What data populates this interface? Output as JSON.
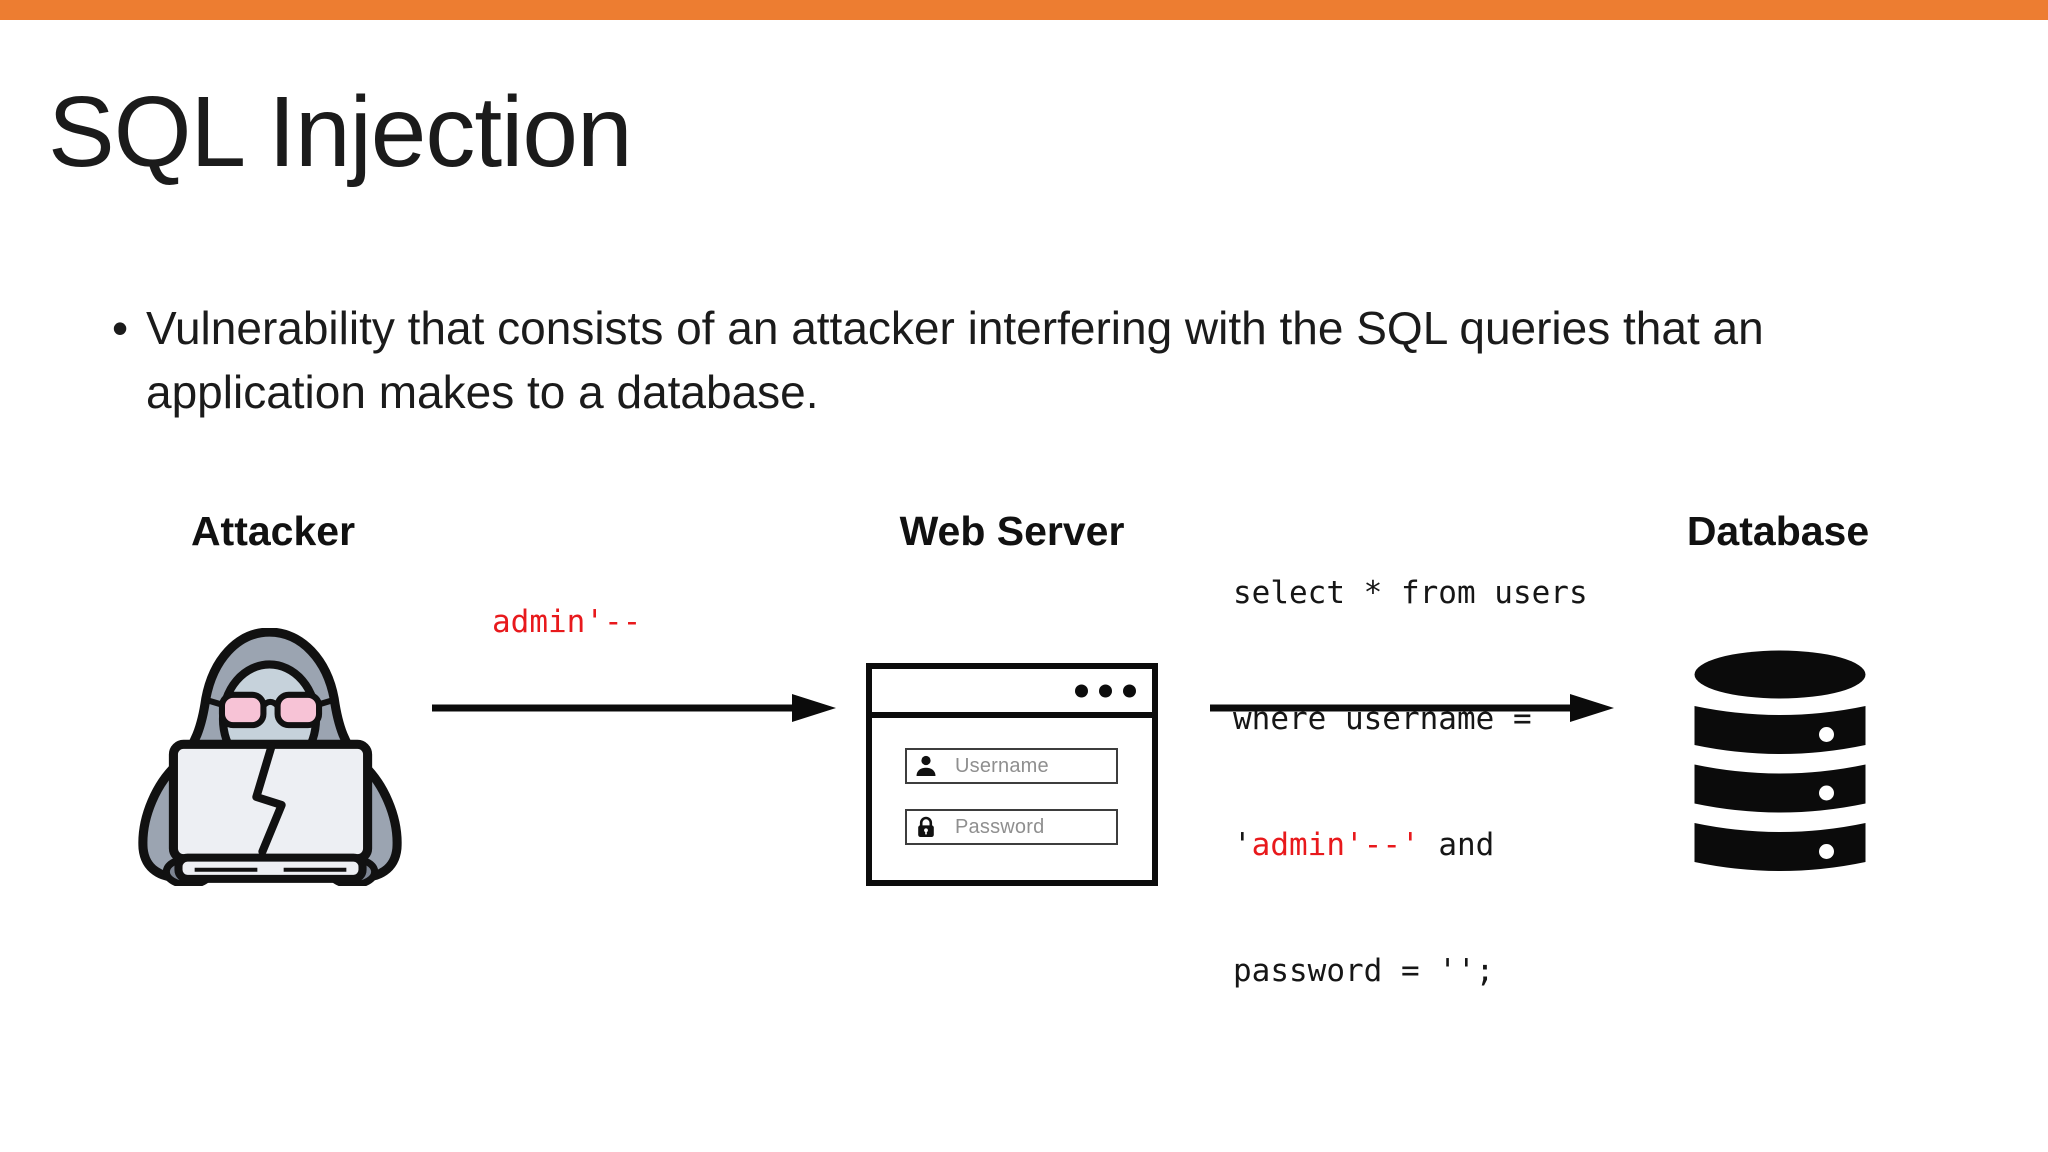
{
  "slide": {
    "title": "SQL Injection",
    "bullet_text": "Vulnerability that consists of an attacker interfering with the SQL queries that an application makes to a database.",
    "bullet_marker": "•",
    "accent_color": "#ED7D31",
    "highlight_red": "#E8191C"
  },
  "diagram": {
    "attacker_label": "Attacker",
    "web_server_label": "Web Server",
    "database_label": "Database",
    "injection_payload": "admin'--",
    "web_server_window": {
      "username_placeholder": "Username",
      "password_placeholder": "Password"
    },
    "sql_query": {
      "line1": "select * from users",
      "line2": "where username =",
      "line3_prefix": "'",
      "line3_injected": "admin'--'",
      "line3_suffix": " and",
      "line4": "password = '';"
    }
  }
}
